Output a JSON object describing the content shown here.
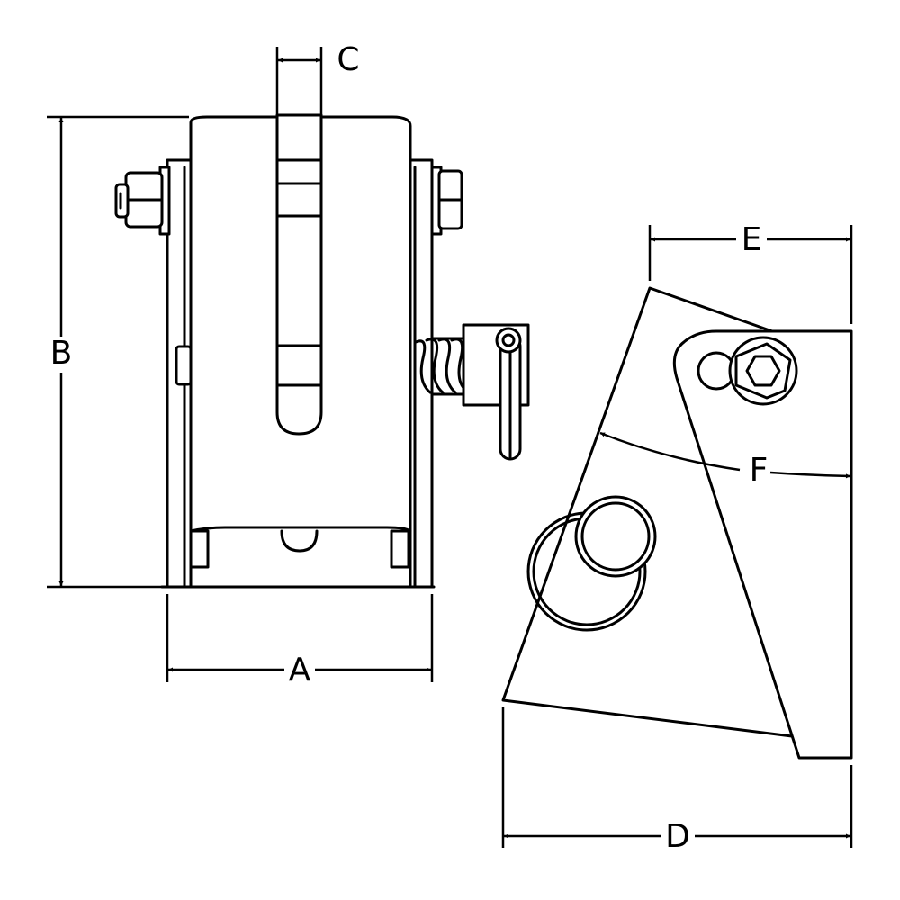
{
  "dimension_labels": {
    "a": "A",
    "b": "B",
    "c": "C",
    "d": "D",
    "e": "E",
    "f": "F"
  },
  "colors": {
    "line": "#000000",
    "background": "#ffffff"
  }
}
